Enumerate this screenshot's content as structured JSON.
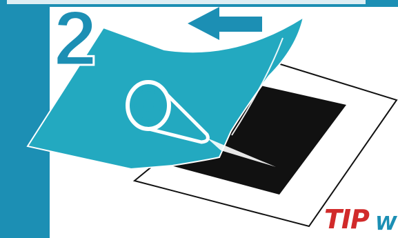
{
  "step": {
    "number": "2"
  },
  "tip": {
    "label": "TIP",
    "tail": "W"
  },
  "colors": {
    "accent": "#1c8fb4",
    "film": "#23a9c0",
    "card": "#111111",
    "frame": "#ffffff",
    "tip": "#d12a2a"
  },
  "icons": {
    "arrow": "arrow-left-icon",
    "roll": "tape-roll-icon"
  }
}
